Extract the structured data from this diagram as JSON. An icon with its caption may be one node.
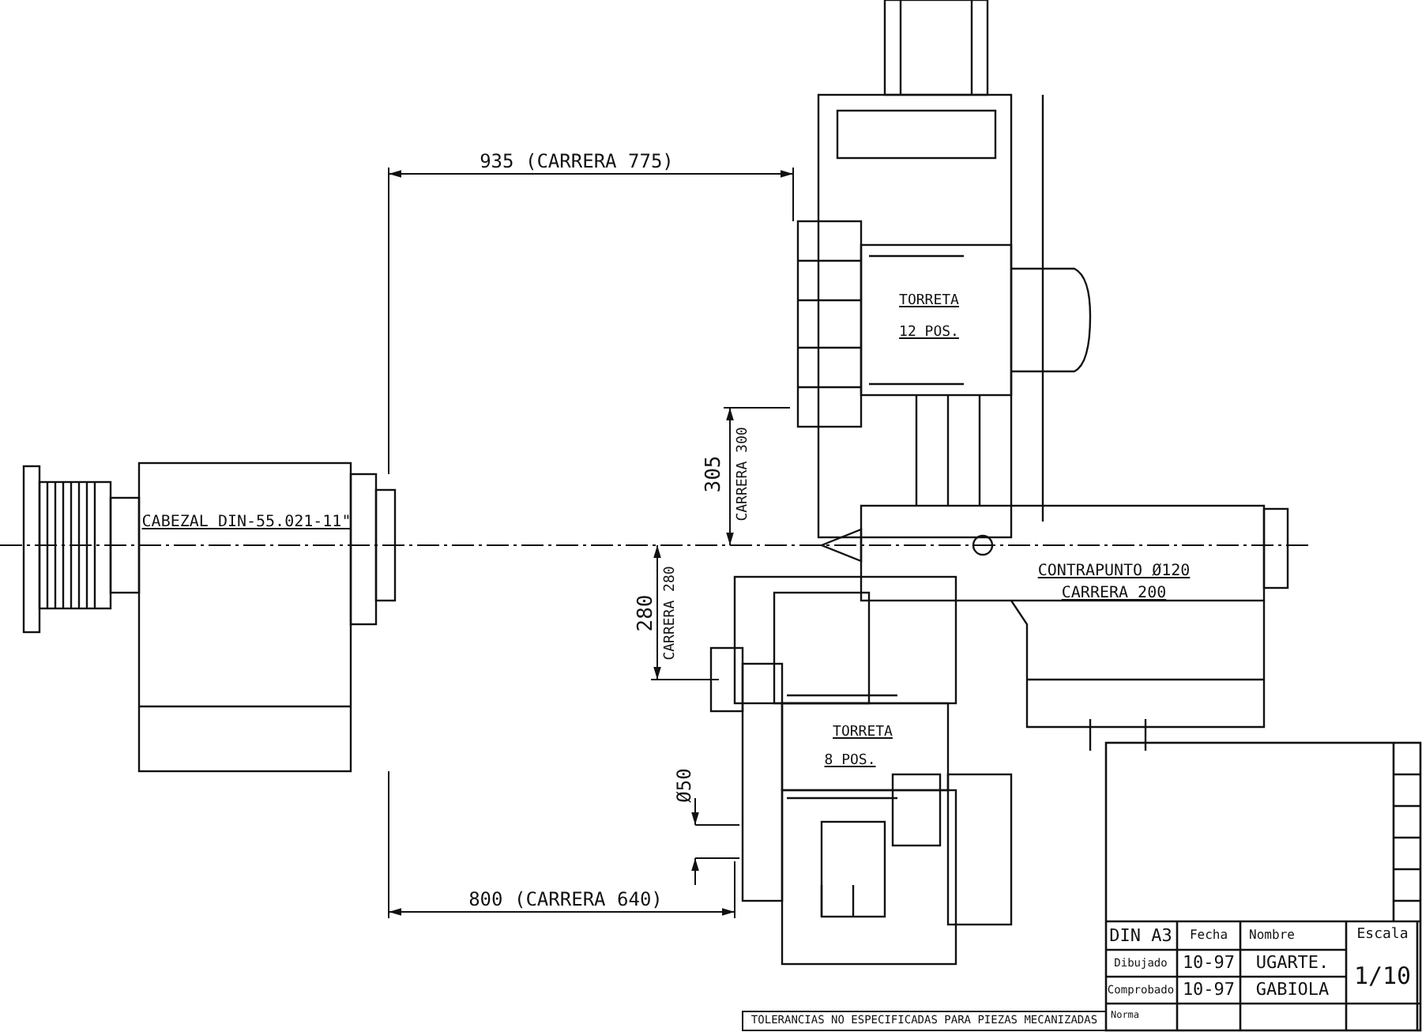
{
  "diagram": {
    "labels": [
      "935 (CARRERA 775)",
      "TORRETA",
      "12 POS.",
      "305",
      "CARRERA 300",
      "CABEZAL DIN-55.021-11\"",
      "CONTRAPUNTO Ø120",
      "CARRERA 200",
      "280",
      "CARRERA 280",
      "TORRETA",
      "8 POS.",
      "Ø50",
      "800 (CARRERA 640)",
      "DIN A3",
      "Fecha",
      "Nombre",
      "Escala",
      "Dibujado",
      "10-97",
      "UGARTE.",
      "Comprobado",
      "10-97",
      "GABIOLA",
      "1/10",
      "Norma",
      "TOLERANCIAS NO ESPECIFICADAS PARA PIEZAS MECANIZADAS"
    ]
  }
}
